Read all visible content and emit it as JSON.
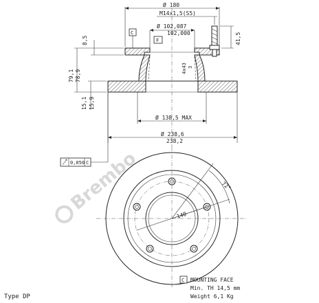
{
  "dimensions": {
    "outer_flange_diameter": "Ø 180",
    "thread": "M14x1,5(S5)",
    "bore_top": "Ø 102,087",
    "bore_bottom": "102,000",
    "stud_count": "4x43",
    "stud_count_suffix": "3",
    "height_stud": "41,5",
    "flange_thickness": "8,5",
    "total_height_a": "79,1",
    "total_height_b": "78,9",
    "disc_thickness_a": "15,1",
    "disc_thickness_b": "15,9",
    "inner_max_diameter": "Ø 138,5 MAX",
    "outer_diameter_a": "Ø 238,6",
    "outer_diameter_b": "238,2",
    "tolerance": "0,050",
    "tolerance_ref": "C",
    "datum_c": "C",
    "datum_f": "F",
    "angle": "72°",
    "pcd": "140"
  },
  "legend": {
    "mounting_face_symbol": "C",
    "mounting_face_label": "MOUNTING FACE",
    "min_th": "Min. TH 14,5 mm",
    "weight": "Weight 6,1 Kg"
  },
  "type_label": "Type DP",
  "watermark": "Brembo"
}
